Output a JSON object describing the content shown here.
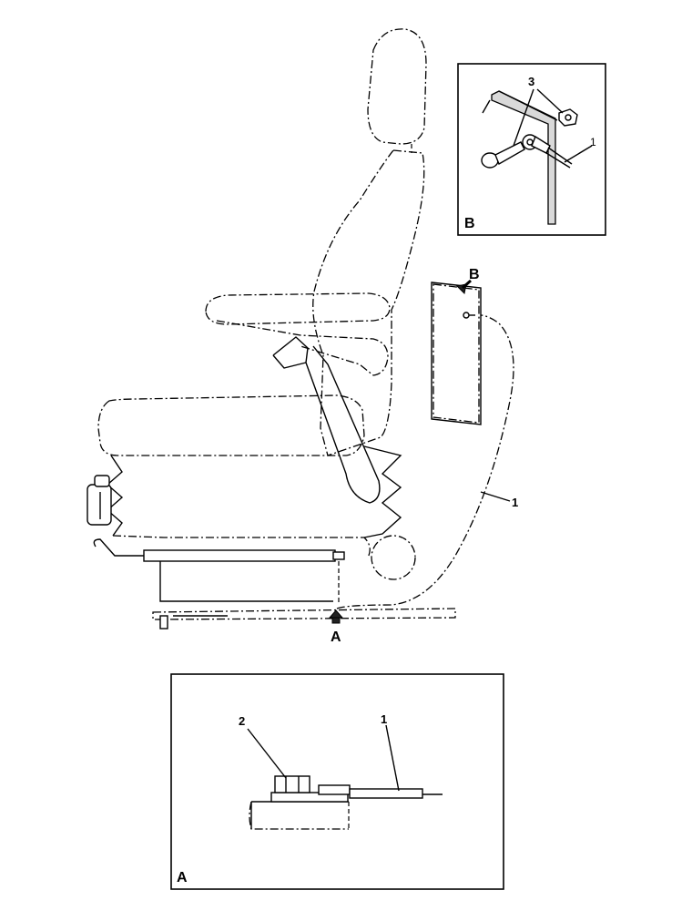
{
  "figure": {
    "labels": {
      "detail_b_marker": "B",
      "detail_a_marker": "A",
      "cable_callout_main": "1",
      "inset_b_title": "B",
      "inset_b_item_1": "1",
      "inset_b_item_3": "3",
      "inset_a_title": "A",
      "inset_a_item_1": "1",
      "inset_a_item_2": "2"
    }
  }
}
